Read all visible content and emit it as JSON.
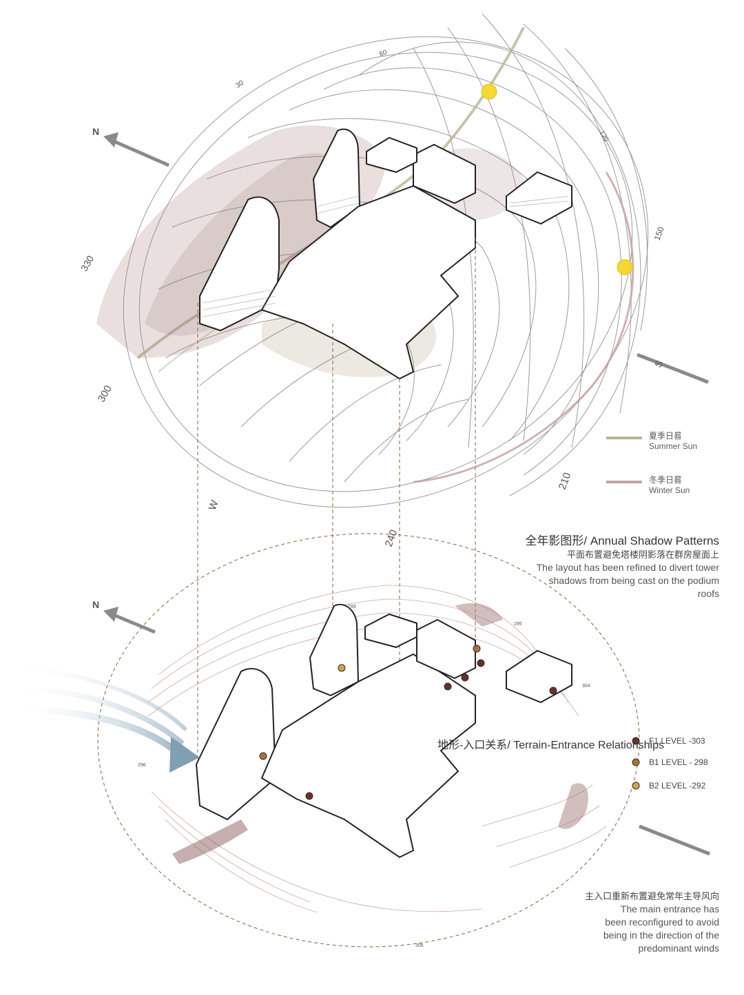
{
  "compass": {
    "north_top": "N",
    "north_bottom": "N",
    "south": "S",
    "west": "W",
    "degrees": [
      "30",
      "60",
      "120",
      "150",
      "210",
      "240",
      "300",
      "330"
    ]
  },
  "legend": {
    "summer_cn": "夏季日晷",
    "summer_en": "Summer Sun",
    "summer_color": "#b9b497",
    "winter_cn": "冬季日晷",
    "winter_en": "Winter Sun",
    "winter_color": "#c9a3a3"
  },
  "shadow_text": {
    "title": "全年影图形/ Annual Shadow Patterns",
    "cn": "平面布置避免塔楼阴影落在群房屋面上",
    "en_lines": [
      "The layout has been refined to divert tower",
      "shadows from being cast on the  podium",
      "roofs"
    ]
  },
  "levels": [
    {
      "label": "F1 LEVEL -303",
      "color": "#6b2f2f"
    },
    {
      "label": "B1 LEVEL - 298",
      "color": "#a8733a"
    },
    {
      "label": "B2 LEVEL -292",
      "color": "#d1a544"
    }
  ],
  "terrain_numbers": [
    "299",
    "295",
    "304",
    "296",
    "306"
  ],
  "entrance_text": {
    "cn": "主入口重新布置避免常年主导风向",
    "en_lines": [
      "The main entrance has",
      "been reconfigured to avoid",
      "being in the direction of the",
      "predominant winds"
    ]
  },
  "bottom_title": "地形-入口关系/ Terrain-Entrance Relationships",
  "colors": {
    "sun_dot": "#f5d830",
    "arrow_gray": "#8a8a8a",
    "wind": "#7f9fb3",
    "shadow": "#a47e7e",
    "contour": "#c8aaa0"
  }
}
